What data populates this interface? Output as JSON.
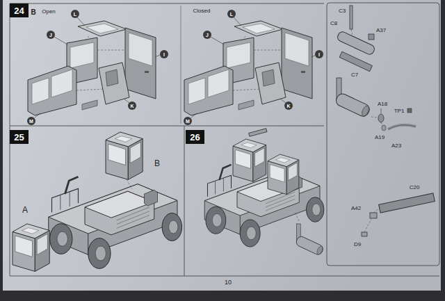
{
  "diagram": {
    "nodes": [
      {
        "text": [
          "24"
        ]
      },
      {
        "text": [
          "L"
        ]
      },
      {
        "text": [
          "J"
        ]
      },
      {
        "text": [
          "I"
        ]
      },
      {
        "text": [
          "K"
        ]
      },
      {
        "text": [
          "M"
        ]
      },
      {
        "text": [
          "L"
        ]
      },
      {
        "text": [
          "J"
        ]
      },
      {
        "text": [
          "I"
        ]
      },
      {
        "text": [
          "K"
        ]
      },
      {
        "text": [
          "M"
        ]
      },
      {
        "text": [
          "25"
        ]
      },
      {
        "text": [
          "26"
        ]
      }
    ],
    "labels": [
      "B",
      "Open",
      "Closed",
      "A",
      "B",
      "C3",
      "C8",
      "A37",
      "C7",
      "A18",
      "TP1",
      "A19",
      "A23",
      "C20",
      "A42",
      "D9",
      "10"
    ]
  }
}
